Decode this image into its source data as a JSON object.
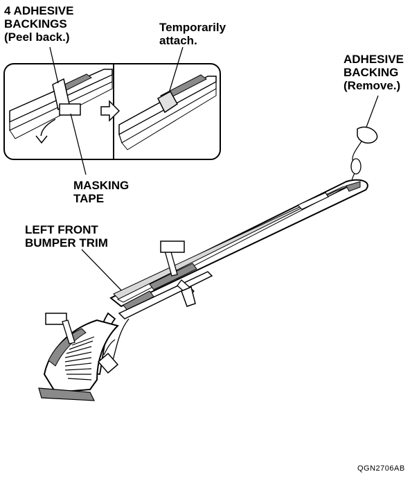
{
  "labels": {
    "adhesive_backings": "4 ADHESIVE\nBACKINGS\n(Peel back.)",
    "temporarily_attach": "Temporarily\nattach.",
    "adhesive_backing_remove": "ADHESIVE\nBACKING\n(Remove.)",
    "masking_tape": "MASKING\nTAPE",
    "left_front_bumper_trim": "LEFT FRONT\nBUMPER TRIM"
  },
  "figure_code": "QGN2706AB",
  "colors": {
    "line": "#000000",
    "strip_gray": "#8a8a8a",
    "light_gray": "#d8d8d8",
    "fill_white": "#ffffff"
  }
}
